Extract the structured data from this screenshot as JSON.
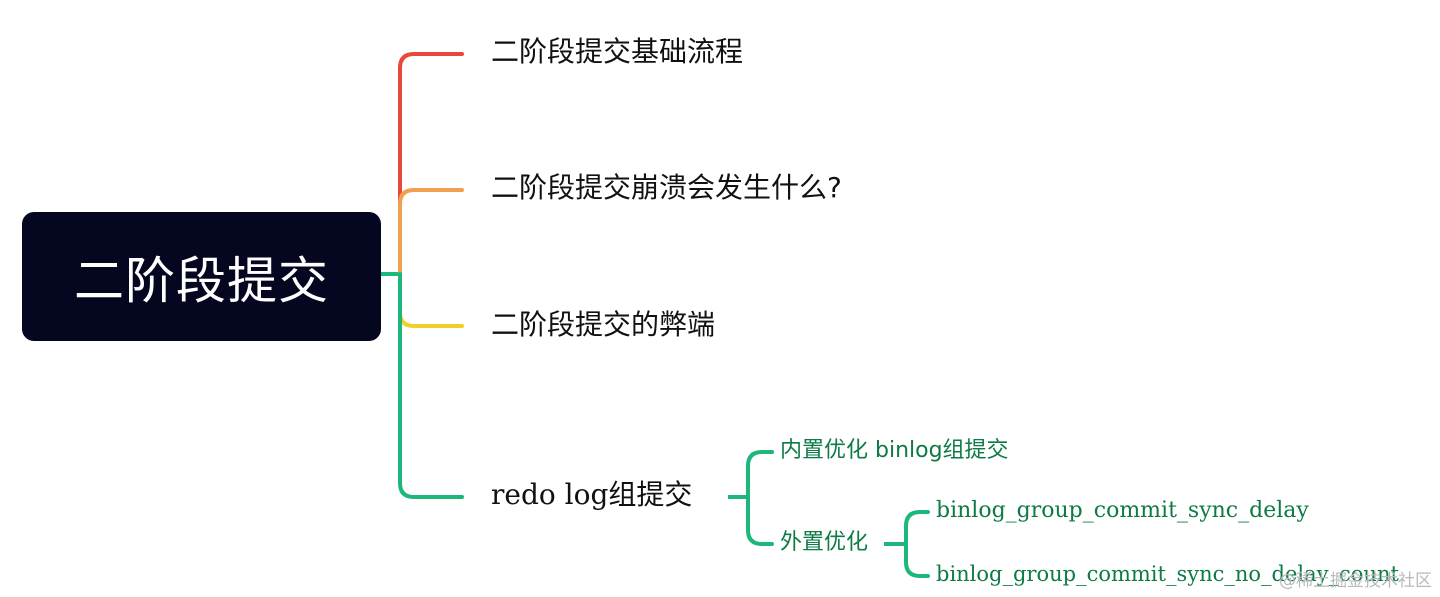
{
  "root": {
    "label": "二阶段提交",
    "background": "#05061f",
    "text_color": "#ffffff"
  },
  "branches": [
    {
      "label": "二阶段提交基础流程",
      "color": "#e8473c"
    },
    {
      "label": "二阶段提交崩溃会发生什么?",
      "color": "#f0a050"
    },
    {
      "label": "二阶段提交的弊端",
      "color": "#f0cf2a"
    },
    {
      "label": "redo log组提交",
      "color": "#1db77c"
    }
  ],
  "redo_children": [
    {
      "label": "内置优化 binlog组提交",
      "color": "#0e7a45"
    },
    {
      "label": "外置优化",
      "color": "#0e7a45"
    }
  ],
  "external_children": [
    {
      "label": "binlog_group_commit_sync_delay",
      "color": "#0e7a45"
    },
    {
      "label": "binlog_group_commit_sync_no_delay_count",
      "color": "#0e7a45"
    }
  ],
  "watermark": {
    "text": "@稀土掘金技术社区",
    "color": "#b9b9b9"
  },
  "connector_color": "#1db77c"
}
